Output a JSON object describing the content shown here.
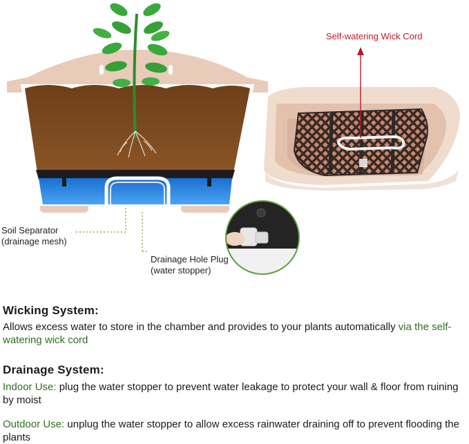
{
  "labels": {
    "wick_cord": "Self-watering Wick Cord",
    "soil_separator_1": "Soil Separator",
    "soil_separator_2": "(drainage mesh)",
    "plug_1": "Drainage Hole Plug",
    "plug_2": "(water stopper)"
  },
  "wicking": {
    "heading": "Wicking System:",
    "text_plain": "Allows excess water to store in the chamber and provides to your plants automatically ",
    "text_green": "via the self-watering wick cord"
  },
  "drainage": {
    "heading": "Drainage System:",
    "indoor_label": "Indoor Use:",
    "indoor_text": " plug the water stopper to prevent water leakage to protect your wall & floor from ruining by moist",
    "outdoor_label": "Outdoor Use:",
    "outdoor_text": " unplug the water stopper to allow excess rainwater draining off to prevent flooding the plants"
  },
  "colors": {
    "planter": "#e8cbb8",
    "soil": "#7b4a22",
    "water": "#2f8fe6",
    "label_red": "#c0192a",
    "label_green": "#2f6f22"
  }
}
